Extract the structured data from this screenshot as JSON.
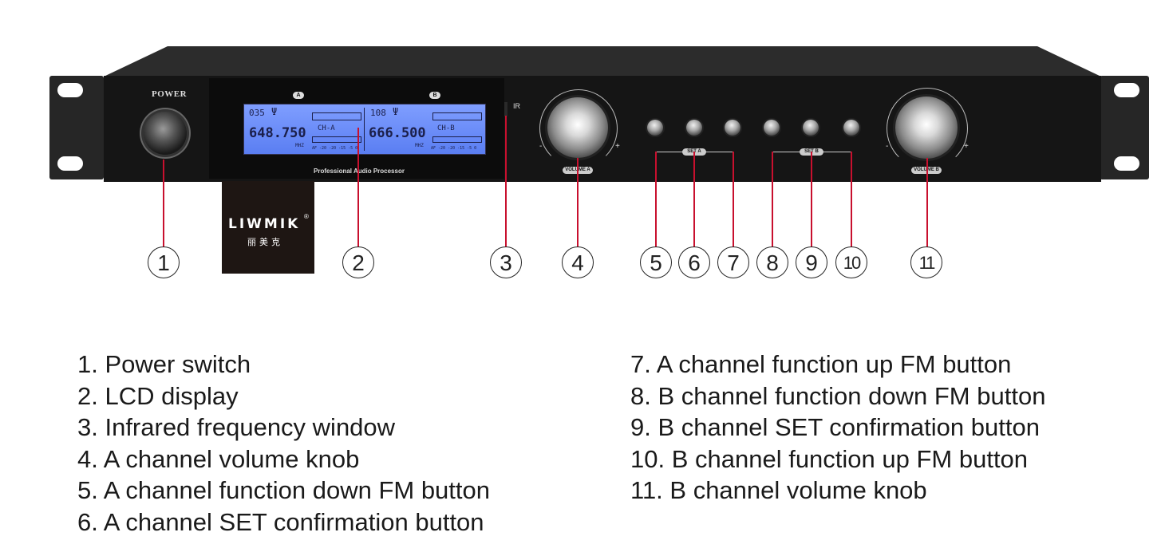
{
  "device": {
    "power_label": "POWER",
    "panel_caption": "Professional Audio Processor",
    "ir_label": "IR",
    "channel_a_tag": "A",
    "channel_b_tag": "B",
    "lcd_a": {
      "rf": "035",
      "freq": "648.750",
      "channel": "CH-A",
      "unit": "MHZ",
      "scale": "AF -20 -20 -15 -5 0"
    },
    "lcd_b": {
      "rf": "108",
      "freq": "666.500",
      "channel": "CH-B",
      "unit": "MHZ",
      "scale": "AF -20 -20 -15 -5 0"
    },
    "volume_a_label": "VOLUME A",
    "volume_b_label": "VOLUME B",
    "set_a_label": "SET A",
    "set_b_label": "SET B",
    "minus": "-",
    "plus": "+"
  },
  "logo": {
    "brand": "LIWMIK",
    "registered": "®",
    "chinese": "丽美克"
  },
  "callouts": [
    "1",
    "2",
    "3",
    "4",
    "5",
    "6",
    "7",
    "8",
    "9",
    "10",
    "11"
  ],
  "legend_left": [
    "1. Power switch",
    "2. LCD display",
    "3. Infrared frequency window",
    "4. A channel volume knob",
    "5. A channel function down FM button",
    "6. A channel SET confirmation button"
  ],
  "legend_right": [
    "7. A channel function up FM button",
    "8. B channel function down FM button",
    "9. B channel SET confirmation button",
    "10. B channel function up FM button",
    "11. B channel volume knob"
  ],
  "colors": {
    "callout_line": "#c8102e",
    "panel": "#151515",
    "lcd": "#6b8cff"
  }
}
